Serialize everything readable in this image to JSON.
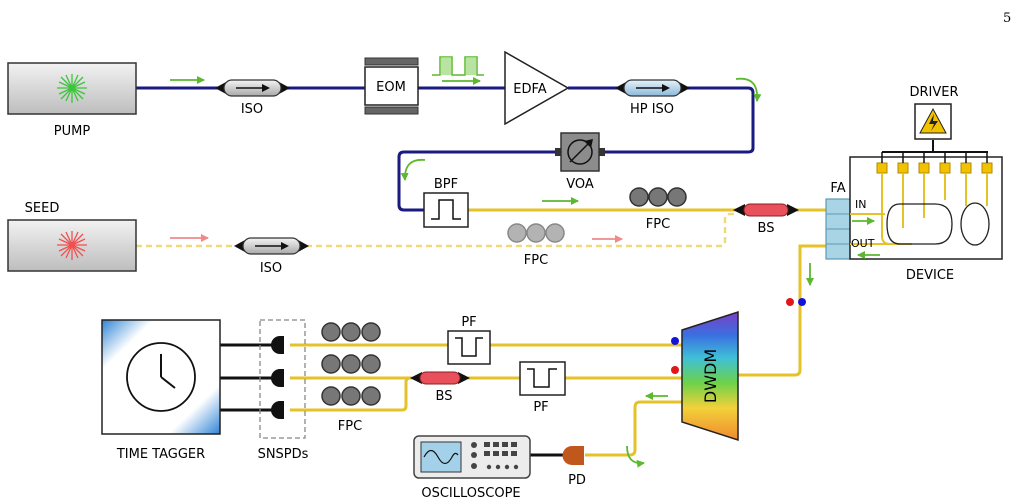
{
  "page_number": "5",
  "labels": {
    "pump": "PUMP",
    "seed": "SEED",
    "iso_pump": "ISO",
    "iso_seed": "ISO",
    "eom": "EOM",
    "edfa": "EDFA",
    "hp_iso": "HP ISO",
    "voa": "VOA",
    "bpf": "BPF",
    "fpc_pump": "FPC",
    "fpc_seed": "FPC",
    "bs_in": "BS",
    "fa": "FA",
    "in_port": "IN",
    "out_port": "OUT",
    "driver": "DRIVER",
    "device": "DEVICE",
    "dwdm": "DWDM",
    "pf_top": "PF",
    "pf_bottom": "PF",
    "bs_out": "BS",
    "fpc_bank": "FPC",
    "snspds": "SNSPDs",
    "time_tagger": "TIME TAGGER",
    "oscilloscope": "OSCILLOSCOPE",
    "pd": "PD"
  },
  "colors": {
    "pump_fiber": "#1a1a80",
    "signal_fiber": "#e6c229",
    "seed_fiber": "#efd97a",
    "arrow_green": "#5cb82e",
    "arrow_red": "#f08a8a",
    "bs_red": "#e8505b",
    "fa_blue": "#a8d4e6",
    "chip_pad": "#f2c200",
    "dot_red": "#e01818",
    "dot_blue": "#1414d8",
    "detector_orange": "#c0581e",
    "time_tagger_blue": "#3b8fd9"
  },
  "icons": {
    "pump_laser": "laser-star-icon",
    "seed_laser": "laser-star-icon",
    "driver": "high-voltage-icon",
    "time_tagger": "clock-icon",
    "oscilloscope": "oscilloscope-icon"
  }
}
